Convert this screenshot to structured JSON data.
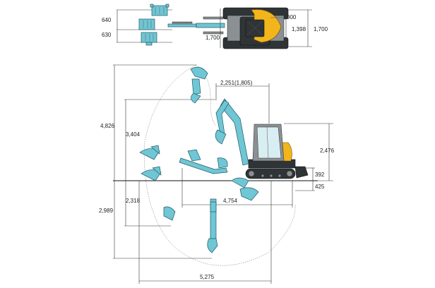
{
  "top_view": {
    "bucket_width_labels": [
      "640",
      "630"
    ],
    "length_label": "1,700",
    "swing_radius_label": "900",
    "track_width_label": "1,398",
    "overall_width_label": "1,700"
  },
  "side_view": {
    "boom_offset_label": "2,251(1,805)",
    "max_dig_height_label": "4,826",
    "max_dump_height_label": "3,404",
    "cab_height_label": "2,476",
    "blade_height_label": "392",
    "blade_depth_label": "425",
    "max_dig_depth_label": "2,989",
    "vertical_wall_depth_label": "2,318",
    "min_swing_radius_label": "4,754",
    "max_reach_label": "5,275"
  },
  "colors": {
    "attachment": "#6fc6d4",
    "counterweight": "#f2b51c",
    "undercarriage": "#2f3436"
  }
}
